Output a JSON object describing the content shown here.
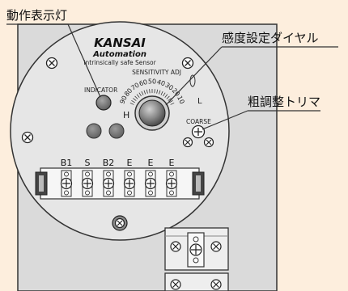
{
  "callouts": {
    "indicator_lamp": "動作表示灯",
    "sensitivity_dial": "感度設定ダイヤル",
    "coarse_trimmer": "粗調整トリマ"
  },
  "panel": {
    "brand": "KANSAI",
    "brand_sub": "Automation",
    "product": "Intrinsically safe Sensor",
    "sensitivity_label": "SENSITIVITY ADJ",
    "indicator_label": "INDICATOR",
    "coarse_label": "COARSE",
    "dial_high": "H",
    "dial_low": "L",
    "dial_scale": [
      "90",
      "80",
      "70",
      "60",
      "50",
      "40",
      "30",
      "20",
      "10"
    ]
  },
  "terminals": [
    "B1",
    "S",
    "B2",
    "E",
    "E",
    "E"
  ],
  "colors": {
    "background": "#fdeedd",
    "panel": "#dcdcdc",
    "callout_line": "#333333"
  }
}
